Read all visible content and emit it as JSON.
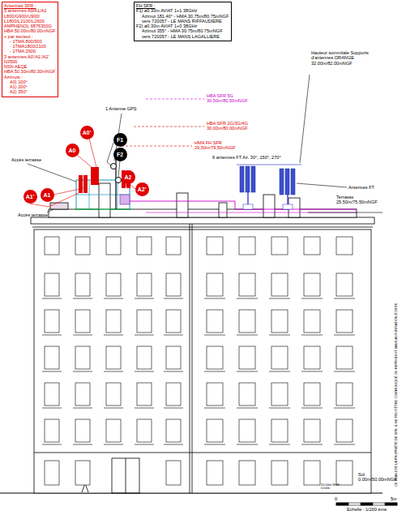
{
  "diagram": {
    "nodes": [
      {
        "text": [
          "Antennes SFR :",
          "3 antennes A0/A1/A2",
          "L800/G900/U900/",
          "L1800/L2100/L2600",
          "AMPHENOL 6876300G",
          "HBA 50.00m/80.00mNGF",
          "+ par secteur :",
          "- 1TMA 800/900",
          "- 1TMA1800/2100",
          "- 1TMA 2600",
          "3 antennes A0'/A1'/A2'",
          "N3500",
          "NSN AEQE",
          "HBA 50.30m/80.30mNGF",
          "Azimuts :",
          "A0) 100°",
          "A1) 200°",
          "A2) 350°"
        ]
      },
      {
        "text": [
          "FH SFR :",
          "F1) ø0.30m AVIAT 1+1 38GHz",
          "Azimut 181.40° - HMA 30.75m/80.75mNGF",
          "vers 720057 - LE MANS RIFFAUDIERE",
          "F2) ø0.30m AVIAT 1+0 38GHz",
          "Azimut 355° - HMA 30.75m/80.75mNGF",
          "vers 720097 - LE MANS LAGALLIERE"
        ]
      },
      {
        "text": [
          "A0'"
        ]
      },
      {
        "text": [
          "F1"
        ]
      },
      {
        "text": [
          "A0"
        ]
      },
      {
        "text": [
          "F2"
        ]
      },
      {
        "text": [
          "A2"
        ]
      },
      {
        "text": [
          "A2'"
        ]
      },
      {
        "text": [
          "A1"
        ]
      },
      {
        "text": [
          "A1'"
        ]
      }
    ],
    "labels": [
      "1 Antenne GPS",
      "Accès terrasse",
      "Accès terrasse",
      "HBA SFR 5G 30.50m/80.50mNGF",
      "HBA SFR 2G/3G/4G 30.00m/80.00mNGF",
      "HMA FH SFR 29.50m/79.50mNGF",
      "6 antennes FT Az. 30°, 150°, 270°",
      "Hauteur sommitale Supports d'antennes ORANGE 32.00m/82.00mNGF",
      "Antennes FT",
      "Terrasse 25.50m/75.50mNGF",
      "Sol 0.00m/50.00mNGF",
      "50.00m NGF 0.00m",
      "0",
      "5m",
      "Echelle : 1/200 ème",
      "CE PLAN EST LA PROPRIÉTÉ DE SFR. IL NE PEUT ÊTRE COMMUNIQUÉ OU REPRODUIT SANS AUTORISATION ÉCRITE"
    ]
  }
}
